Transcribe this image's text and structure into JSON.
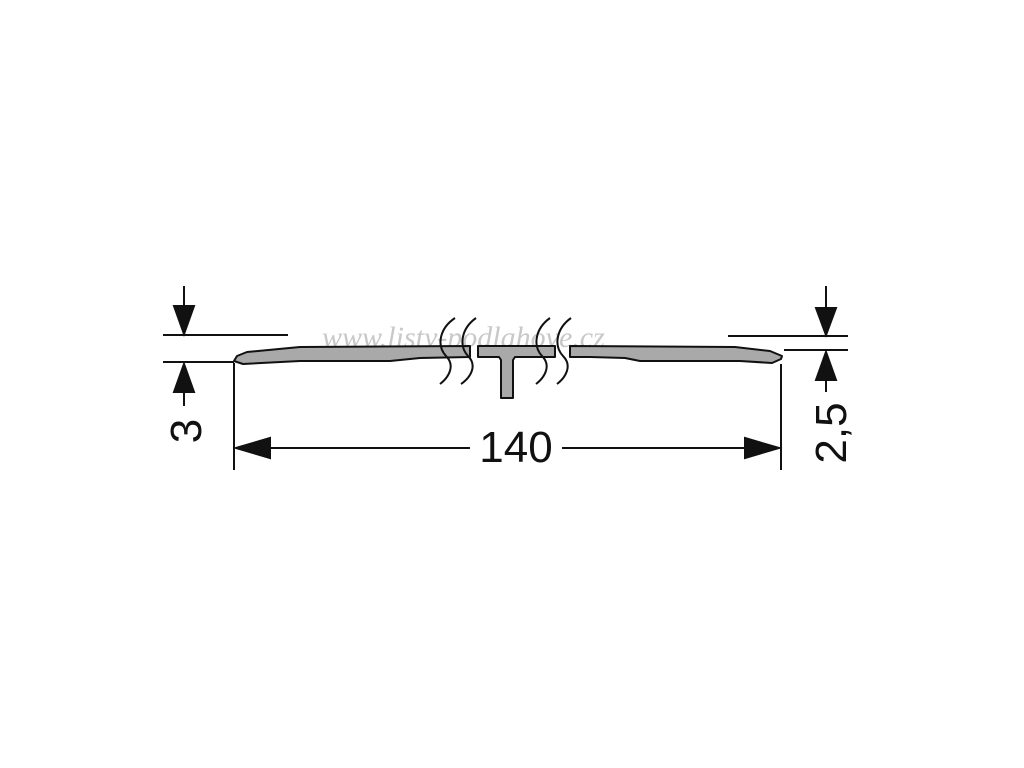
{
  "drawing": {
    "dimensions": {
      "width": "140",
      "left_thickness": "3",
      "right_thickness": "2,5"
    },
    "watermark": "www.listy-podlahove.cz"
  },
  "colors": {
    "line": "#111111",
    "profile_fill": "#a9a9a9",
    "watermark": "#c8c8c8",
    "background": "#ffffff"
  }
}
